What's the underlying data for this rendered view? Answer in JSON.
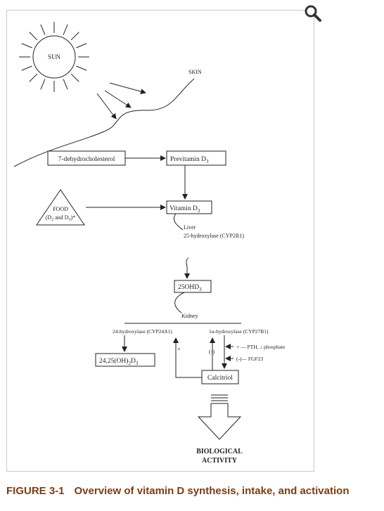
{
  "figure": {
    "sun": "SUN",
    "skin": "SKIN",
    "dehydro": "7-dehydrocholesterol",
    "previtamin": "Previtamin D",
    "previtamin_sub": "3",
    "food": "FOOD",
    "food_line2_a": "(D",
    "food_line2_sub1": "2",
    "food_line2_b": " and D",
    "food_line2_sub2": "3",
    "food_line2_c": ")*",
    "vitamin": "Vitamin D",
    "vitamin_sub": "3",
    "liver": "Liver",
    "liver_enzyme": "25-hydroxylase (CYP2R1)",
    "ohd_a": "25OHD",
    "ohd_sub": "3",
    "kidney": "Kidney",
    "enzyme_24": "24-hydroxylase (CYP24A1)",
    "enzyme_1a": "1α-hydroxylase (CYP27B1)",
    "product_24_a": "24,25(OH)",
    "product_24_sub1": "2",
    "product_24_b": "D",
    "product_24_sub2": "3",
    "pth_label": "+ — PTH, ↓ phosphate",
    "fgf_label": "(-)— FGF23",
    "plus_sign": "+",
    "minus_sign": "(-)",
    "calcitriol": "Calcitriol",
    "bio1": "BIOLOGICAL",
    "bio2": "ACTIVITY"
  },
  "caption": {
    "number": "FIGURE 3-1",
    "text": "Overview of vitamin D synthesis, intake, and activation"
  },
  "icons": {
    "zoom": "magnifier-icon"
  }
}
